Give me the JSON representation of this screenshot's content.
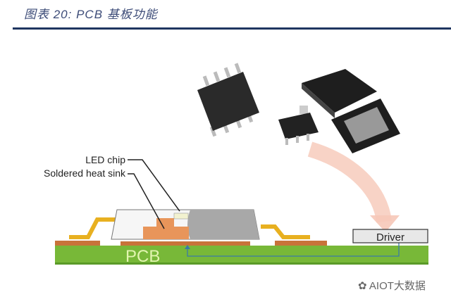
{
  "figure": {
    "title": "图表 20:  PCB 基板功能",
    "labels": {
      "led_chip": "LED chip",
      "heat_sink": "Soldered heat sink",
      "pcb": "PCB",
      "driver": "Driver"
    },
    "watermark": "AIOT大数据",
    "colors": {
      "title": "#3d4c78",
      "rule": "#1f3560",
      "pcb": "#78b838",
      "pad": "#c8733a",
      "lead": "#e8b020",
      "arrow": "#f6c8b8"
    }
  }
}
